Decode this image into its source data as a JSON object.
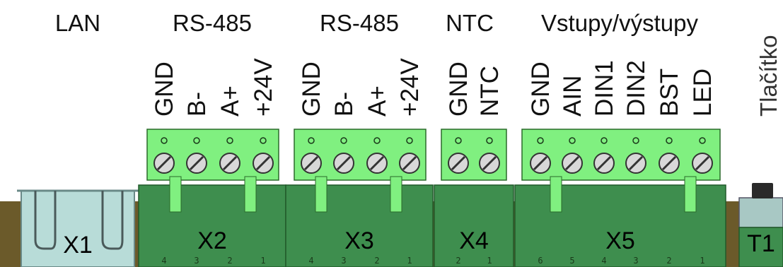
{
  "headers": {
    "lan": "LAN",
    "rs485_a": "RS-485",
    "rs485_b": "RS-485",
    "ntc": "NTC",
    "io": "Vstupy/výstupy",
    "button": "Tlačítko"
  },
  "connectors": {
    "x1": {
      "label": "X1"
    },
    "x2": {
      "label": "X2",
      "pins": [
        "GND",
        "B-",
        "A+",
        "+24V"
      ],
      "numbers": [
        "4",
        "3",
        "2",
        "1"
      ]
    },
    "x3": {
      "label": "X3",
      "pins": [
        "GND",
        "B-",
        "A+",
        "+24V"
      ],
      "numbers": [
        "4",
        "3",
        "2",
        "1"
      ]
    },
    "x4": {
      "label": "X4",
      "pins": [
        "GND",
        "NTC"
      ],
      "numbers": [
        "2",
        "1"
      ]
    },
    "x5": {
      "label": "X5",
      "pins": [
        "GND",
        "AIN",
        "DIN1",
        "DIN2",
        "BST",
        "LED"
      ],
      "numbers": [
        "6",
        "5",
        "4",
        "3",
        "2",
        "1"
      ]
    },
    "t1": {
      "label": "T1"
    }
  },
  "colors": {
    "pcb": "#6b5a2a",
    "plug": "#80f080",
    "base": "#3e8e4e",
    "ethernet": "#b8dcd8",
    "button_body": "#a8c8c4"
  }
}
